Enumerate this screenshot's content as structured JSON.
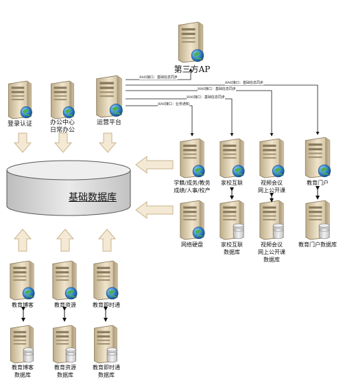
{
  "third_party": {
    "label": "第三方AP"
  },
  "database": {
    "label": "基础数据库"
  },
  "top_servers": [
    {
      "label": "登录认证"
    },
    {
      "label_1": "办公中心",
      "label_2": "日常办公"
    },
    {
      "label": "运营平台"
    }
  ],
  "mid_servers": [
    {
      "label_1": "学籍/成务/教务",
      "label_2": "成绩/人事/校产"
    },
    {
      "label": "家校互联"
    },
    {
      "label_1": "视频会议",
      "label_2": "网上公开课"
    },
    {
      "label": "教育门户"
    }
  ],
  "mid_db_servers": [
    {
      "label": "网络硬盘"
    },
    {
      "label_1": "家校互联",
      "label_2": "数据库"
    },
    {
      "label_1": "视频会议",
      "label_2": "网上公开课",
      "label_3": "数据库"
    },
    {
      "label": "教育门户数据库"
    }
  ],
  "bottom_servers": [
    {
      "label": "教育博客"
    },
    {
      "label": "教育资源"
    },
    {
      "label": "教育即时通"
    }
  ],
  "bottom_db_servers": [
    {
      "label_1": "教育博客",
      "label_2": "数据库"
    },
    {
      "label_1": "教育资源",
      "label_2": "数据库"
    },
    {
      "label_1": "教育即时通",
      "label_2": "数据库"
    }
  ],
  "connections": [
    {
      "text": "RMI接口：基础信息同步"
    },
    {
      "text": "RMI接口：基础信息同步"
    },
    {
      "text": "RMI接口：基础信息同步"
    },
    {
      "text": "RMI接口：基础信息同步"
    },
    {
      "text": "RMI接口：业务通知"
    }
  ],
  "colors": {
    "tower": "#d9c9a6",
    "globe": "#2f7fc4",
    "arrow_fill": "#f4e9d4",
    "arrow_stroke": "#c9b48c",
    "db_fill": "#d6d6d6"
  }
}
